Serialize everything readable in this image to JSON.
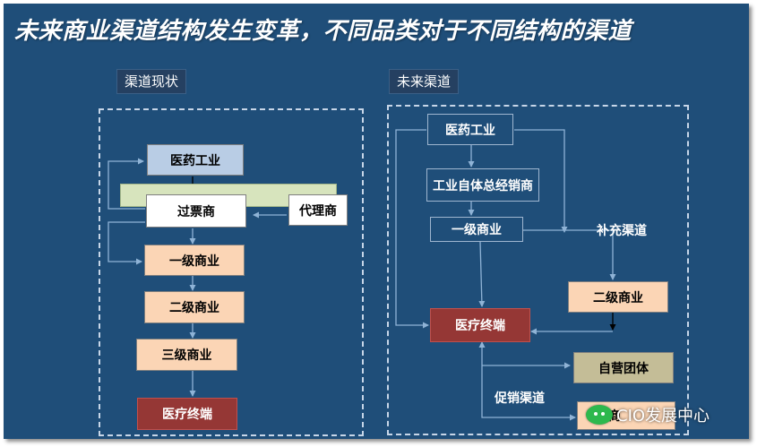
{
  "title": "未来商业渠道结构发生变革，不同品类对于不同结构的渠道",
  "current": {
    "heading": "渠道现状",
    "pharma": "医药工业",
    "ticket": "过票商",
    "agent": "代理商",
    "level1": "一级商业",
    "level2": "二级商业",
    "level3": "三级商业",
    "terminal": "医疗终端"
  },
  "future": {
    "heading": "未来渠道",
    "pharma": "医药工业",
    "distributor": "工业自体总经销商",
    "level1": "一级商业",
    "supplement_label": "补充渠道",
    "level2": "二级商业",
    "terminal": "医疗终端",
    "self_group": "自营团体",
    "promo_label": "促销渠道",
    "promo_box": "商"
  },
  "watermark": "CIO发展中心",
  "colors": {
    "background": "#1f4e79",
    "blue_box": "#b9cde5",
    "peach_box": "#fbd5b5",
    "terminal_red": "#953735",
    "self_group_khaki": "#c4bd97",
    "green_bar": "#d7e4bd"
  }
}
